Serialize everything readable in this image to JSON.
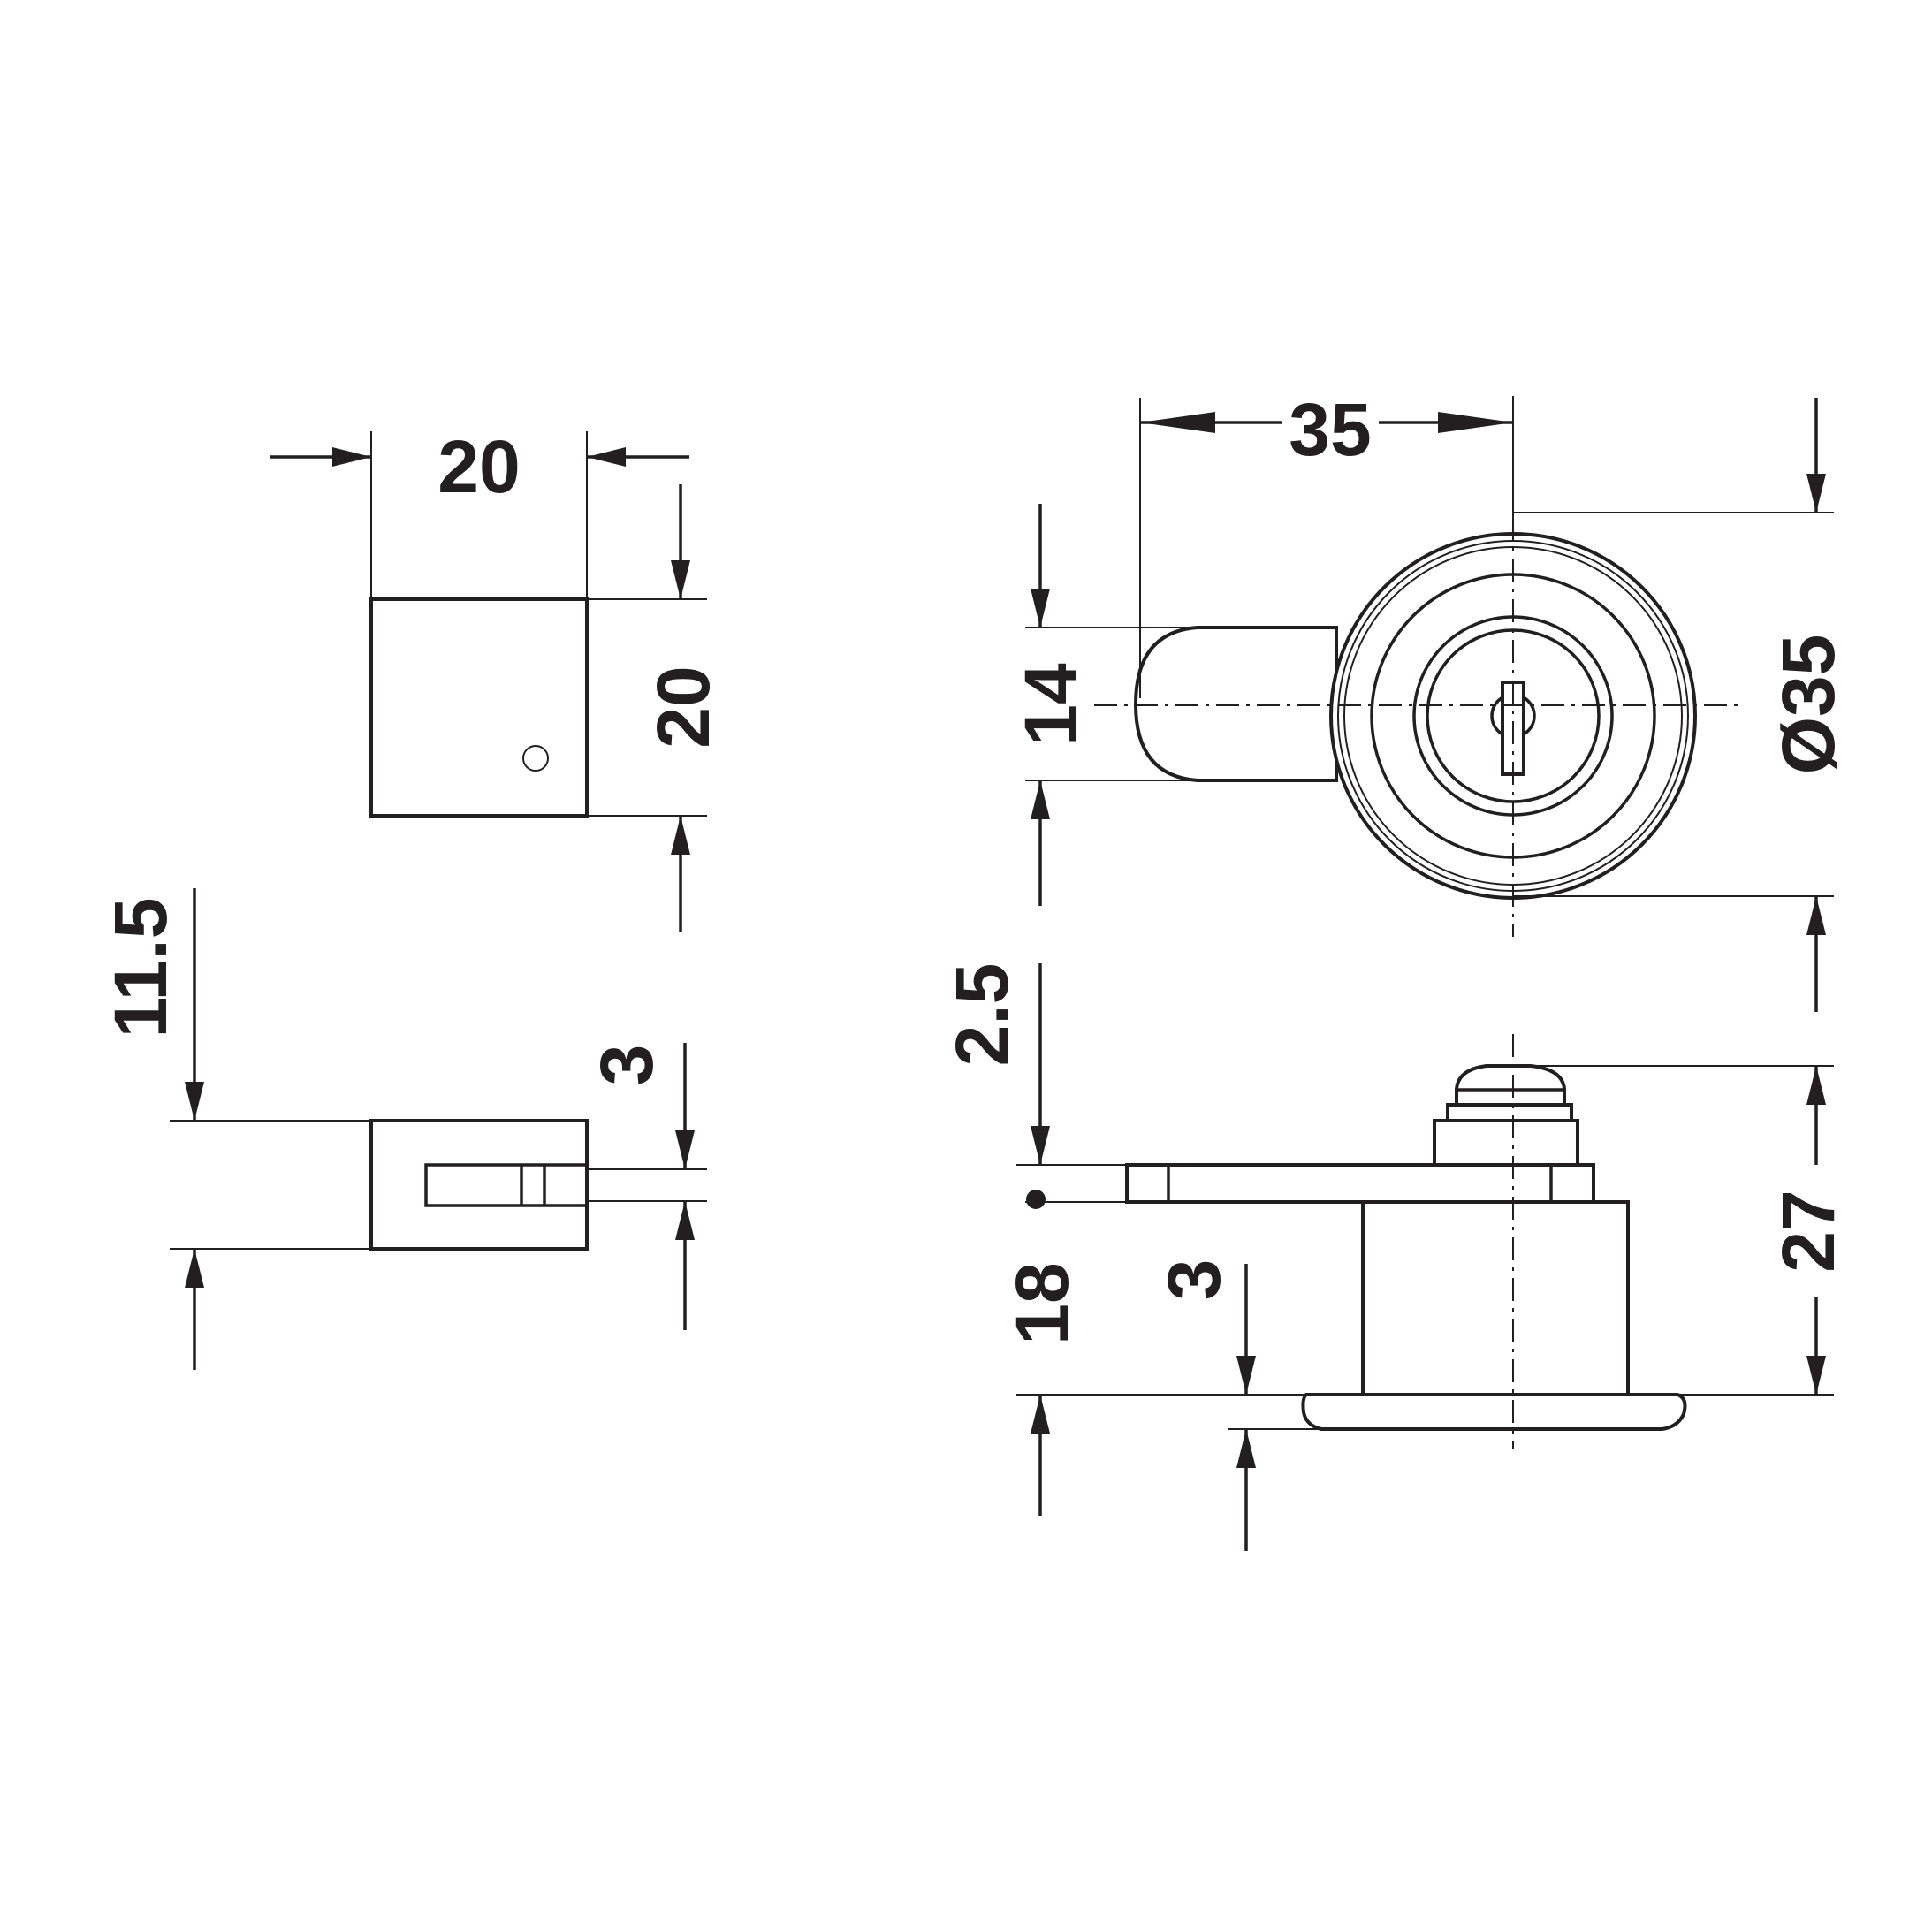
{
  "drawing": {
    "line_color": "#231f20",
    "background": "#ffffff",
    "dimensions": {
      "keeper_width": "20",
      "keeper_height": "20",
      "keeper_side_height": "11.5",
      "keeper_slot": "3",
      "bolt_travel": "35",
      "bolt_height": "14",
      "rose_diameter": "Ø35",
      "bolt_offset": "2.5",
      "body_depth": "27",
      "door_thickness": "18",
      "flange_thickness": "3"
    }
  }
}
